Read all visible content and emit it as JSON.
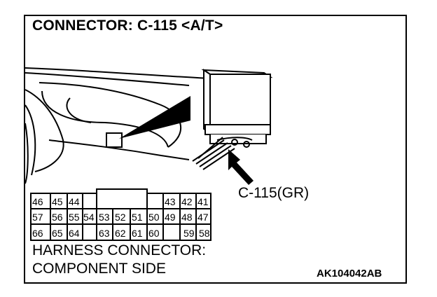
{
  "title": "CONNECTOR: C-115 <A/T>",
  "callout_label": "C-115(GR)",
  "harness_line1": "HARNESS CONNECTOR:",
  "harness_line2": "COMPONENT SIDE",
  "figure_code": "AK104042AB",
  "connector_pins": {
    "row1": [
      "46",
      "45",
      "44",
      "43",
      "42",
      "41"
    ],
    "row2": [
      "57",
      "56",
      "55",
      "54",
      "53",
      "52",
      "51",
      "50",
      "49",
      "48",
      "47"
    ],
    "row3": [
      "66",
      "65",
      "64",
      "63",
      "62",
      "61",
      "60",
      "59",
      "58"
    ]
  }
}
